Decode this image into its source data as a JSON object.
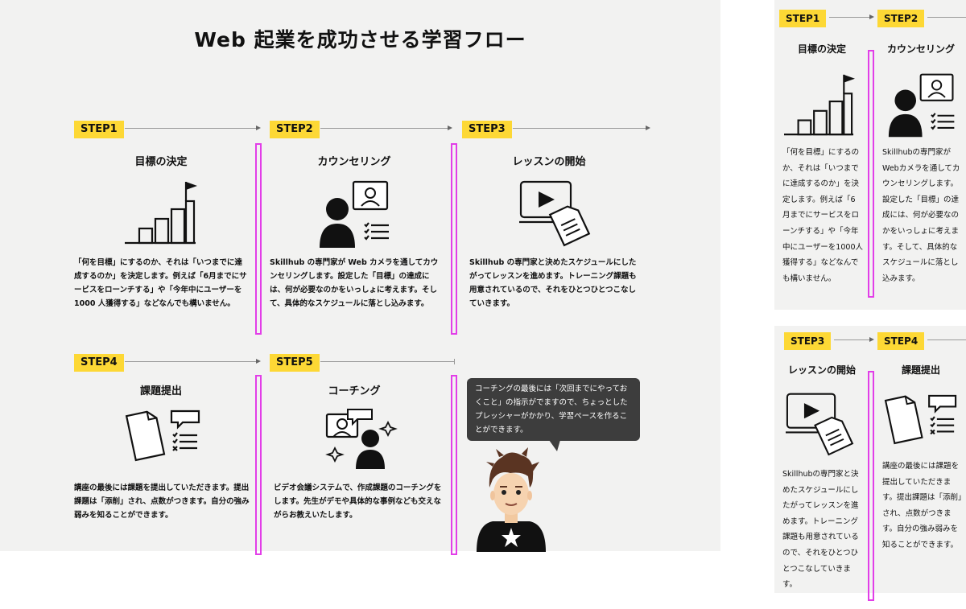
{
  "title": "Web 起業を成功させる学習フロー",
  "steps": [
    {
      "tag": "STEP1",
      "title": "目標の決定",
      "icon": "stair-flag-icon",
      "desc": "「何を目標」にするのか、それは「いつまでに達成するのか」を決定します。例えば「6月までにサービスをローンチする」や「今年中にユーザーを 1000 人獲得する」などなんでも構いません。"
    },
    {
      "tag": "STEP2",
      "title": "カウンセリング",
      "icon": "counseling-person-icon",
      "desc": "Skillhub の専門家が Web カメラを通してカウンセリングします。設定した「目標」の達成には、何が必要なのかをいっしょに考えます。そして、具体的なスケジュールに落とし込みます。"
    },
    {
      "tag": "STEP3",
      "title": "レッスンの開始",
      "icon": "video-document-icon",
      "desc": "Skillhub の専門家と決めたスケジュールにしたがってレッスンを進めます。トレーニング課題も用意されているので、それをひとつひとつこなしていきます。"
    },
    {
      "tag": "STEP4",
      "title": "課題提出",
      "icon": "submit-document-icon",
      "desc": "講座の最後には課題を提出していただきます。提出課題は「添削」され、点数がつきます。自分の強み弱みを知ることができます。"
    },
    {
      "tag": "STEP5",
      "title": "コーチング",
      "icon": "video-call-icon",
      "desc": "ビデオ会議システムで、作成課題のコーチングをします。先生がデモや具体的な事例なども交えながらお教えいたします。"
    }
  ],
  "bubble": "コーチングの最後には「次回までにやっておくこと」の指示がでますので、ちょっとしたプレッシャーがかかり、学習ペースを作ることができます。",
  "side": {
    "top": [
      {
        "tag": "STEP1",
        "title": "目標の決定",
        "desc": "「何を目標」にするのか、それは「いつまでに達成するのか」を決定します。例えば「6月までにサービスをローンチする」や「今年中にユーザーを1000人獲得する」などなんでも構いません。"
      },
      {
        "tag": "STEP2",
        "title": "カウンセリング",
        "desc": "Skillhubの専門家がWebカメラを通してカウンセリングします。設定した「目標」の達成には、何が必要なのかをいっしょに考えます。そして、具体的なスケジュールに落とし込みます。"
      }
    ],
    "bottom": [
      {
        "tag": "STEP3",
        "title": "レッスンの開始",
        "desc": "Skillhubの専門家と決めたスケジュールにしたがってレッスンを進めます。トレーニング課題も用意されているので、それをひとつひとつこなしていきます。"
      },
      {
        "tag": "STEP4",
        "title": "課題提出",
        "desc": "講座の最後には課題を提出していただきます。提出課題は「添削」され、点数がつきます。自分の強み弱みを知ることができます。"
      }
    ]
  },
  "colors": {
    "accent": "#fdd835",
    "guide": "#e23ee8",
    "panel": "#f2f2f1",
    "bubble": "#3d3d3d"
  }
}
